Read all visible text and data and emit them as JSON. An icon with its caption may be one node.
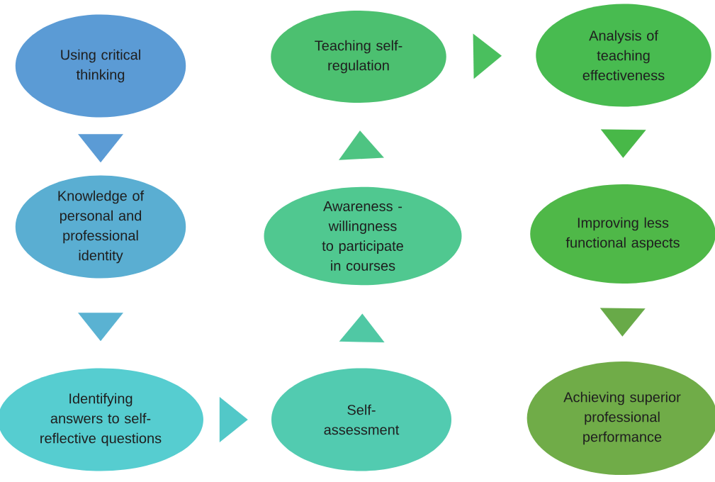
{
  "diagram": {
    "nodes": [
      {
        "text": [
          "Using critical thinking"
        ]
      },
      {
        "text": [
          "Knowledge of personal and professional identity"
        ]
      },
      {
        "text": [
          "Identifying answers to self-reflective questions"
        ]
      },
      {
        "text": [
          "Self-assessment"
        ]
      },
      {
        "text": [
          "Awareness - willingness to participate in courses"
        ]
      },
      {
        "text": [
          "Teaching self-regulation"
        ]
      },
      {
        "text": [
          "Analysis of teaching effectiveness"
        ]
      },
      {
        "text": [
          "Improving less functional aspects"
        ]
      },
      {
        "text": [
          "Achieving superior professional performance"
        ]
      }
    ],
    "edges": [
      {
        "from": 0,
        "to": 1,
        "arrow": "to",
        "color": "#5b9bd5"
      },
      {
        "from": 1,
        "to": 2,
        "arrow": "to",
        "color": "#5ab2d2"
      },
      {
        "from": 2,
        "to": 3,
        "arrow": "to",
        "color": "#52c8c8"
      },
      {
        "from": 3,
        "to": 4,
        "arrow": "to",
        "color": "#50c8a4"
      },
      {
        "from": 4,
        "to": 5,
        "arrow": "to",
        "color": "#4ec482"
      },
      {
        "from": 5,
        "to": 6,
        "arrow": "to",
        "color": "#4abf5e"
      },
      {
        "from": 6,
        "to": 7,
        "arrow": "to",
        "color": "#48b848"
      },
      {
        "from": 7,
        "to": 8,
        "arrow": "to",
        "color": "#68aa48"
      }
    ]
  }
}
